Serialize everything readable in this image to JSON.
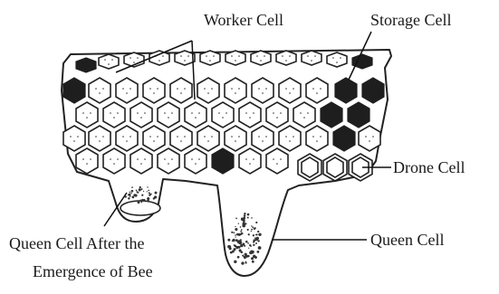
{
  "labels": {
    "worker": "Worker Cell",
    "storage": "Storage Cell",
    "drone": "Drone Cell",
    "queen": "Queen Cell",
    "queen_after_line1": "Queen Cell After the",
    "queen_after_line2": "Emergence of Bee"
  },
  "colors": {
    "ink": "#222222",
    "storage_fill": "#1e1e1e",
    "background": "#ffffff"
  }
}
